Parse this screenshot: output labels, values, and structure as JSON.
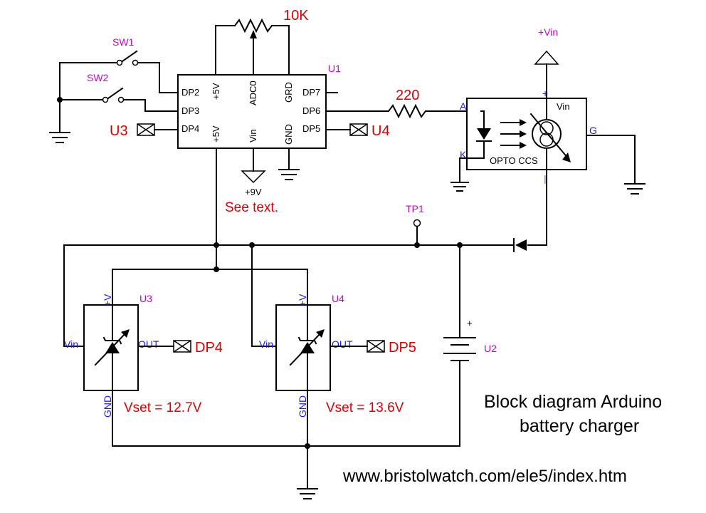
{
  "components": {
    "arduino": {
      "ref": "U1",
      "pins_left": [
        "DP2",
        "DP3",
        "DP4"
      ],
      "pins_right": [
        "DP7",
        "DP6",
        "DP5"
      ],
      "pins_top": [
        "+5V",
        "ADC0",
        "GRD"
      ],
      "pins_bottom": [
        "+5V",
        "Vin",
        "GND"
      ]
    },
    "pot": {
      "value": "10K"
    },
    "switches": [
      "SW1",
      "SW2"
    ],
    "resistor": {
      "value": "220"
    },
    "opto": {
      "label": "OPTO CCS",
      "pin_a": "A",
      "pin_k": "K",
      "pin_vin": "Vin",
      "pin_g": "G",
      "plus": "+",
      "minus": "—"
    },
    "vin_supply": "+Vin",
    "nine_volt": "+9V",
    "see_text": "See text.",
    "testpoint": "TP1",
    "connectors_top": [
      "U3",
      "U4"
    ],
    "regulators": [
      {
        "ref": "U3",
        "vin": "Vin",
        "out": "OUT",
        "plus_v": "+V",
        "gnd": "GND",
        "conn": "DP4",
        "vset": "Vset = 12.7V"
      },
      {
        "ref": "U4",
        "vin": "Vin",
        "out": "OUT",
        "plus_v": "+V",
        "gnd": "GND",
        "conn": "DP5",
        "vset": "Vset = 13.6V"
      }
    ],
    "battery": {
      "ref": "U2",
      "plus": "+"
    }
  },
  "title_lines": [
    "Block diagram Arduino",
    "battery charger"
  ],
  "url": "www.bristolwatch.com/ele5/index.htm"
}
